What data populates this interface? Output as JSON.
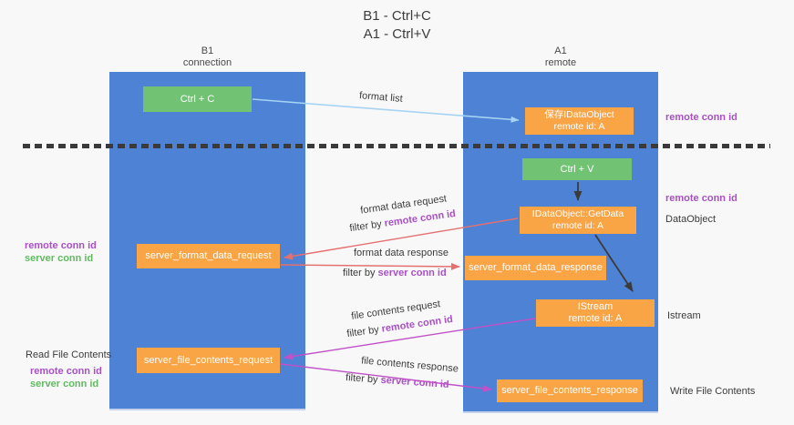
{
  "title": {
    "line1": "B1 - Ctrl+C",
    "line2": "A1 - Ctrl+V"
  },
  "lanes": {
    "left": {
      "name": "B1",
      "role": "connection"
    },
    "right": {
      "name": "A1",
      "role": "remote"
    }
  },
  "boxes": {
    "ctrl_c": {
      "label": "Ctrl + C"
    },
    "ctrl_v": {
      "label": "Ctrl + V"
    },
    "save_dataobject": {
      "line1": "保存IDataObject",
      "line2": "remote id: A"
    },
    "getdata": {
      "line1": "IDataObject::GetData",
      "line2": "remote id: A"
    },
    "istream": {
      "line1": "IStream",
      "line2": "remote id: A"
    },
    "server_format_data_request": {
      "label": "server_format_data_request"
    },
    "server_format_data_response": {
      "label": "server_format_data_response"
    },
    "server_file_contents_request": {
      "label": "server_file_contents_request"
    },
    "server_file_contents_response": {
      "label": "server_file_contents_response"
    }
  },
  "flow_labels": {
    "format_list": "format list",
    "format_data_request": "format data request",
    "format_data_response": "format data response",
    "file_contents_request": "file contents request",
    "file_contents_response": "file contents response",
    "filter_by": "filter by ",
    "remote_conn_id": "remote conn id",
    "server_conn_id": "server conn id"
  },
  "side_labels": {
    "remote_conn_id_top_right": "remote conn id",
    "remote_conn_id_mid_right": "remote conn id",
    "dataobject": "DataObject",
    "istream": "Istream",
    "read_file_contents": "Read File Contents",
    "write_file_contents": "Write File Contents",
    "remote_conn_id_left": "remote conn id",
    "server_conn_id_left": "server conn id",
    "remote_conn_id_bottom_left": "remote conn id",
    "server_conn_id_bottom_left": "server conn id"
  },
  "colors": {
    "lane_blue": "#4e82d5",
    "box_orange": "#f9a445",
    "box_green": "#72c274",
    "arrow_light_blue": "#a5d3f3",
    "arrow_salmon": "#e57070",
    "arrow_magenta": "#c051c8",
    "arrow_black": "#3b3b3b",
    "text_purple": "#a950c5",
    "text_green": "#62ba62"
  }
}
